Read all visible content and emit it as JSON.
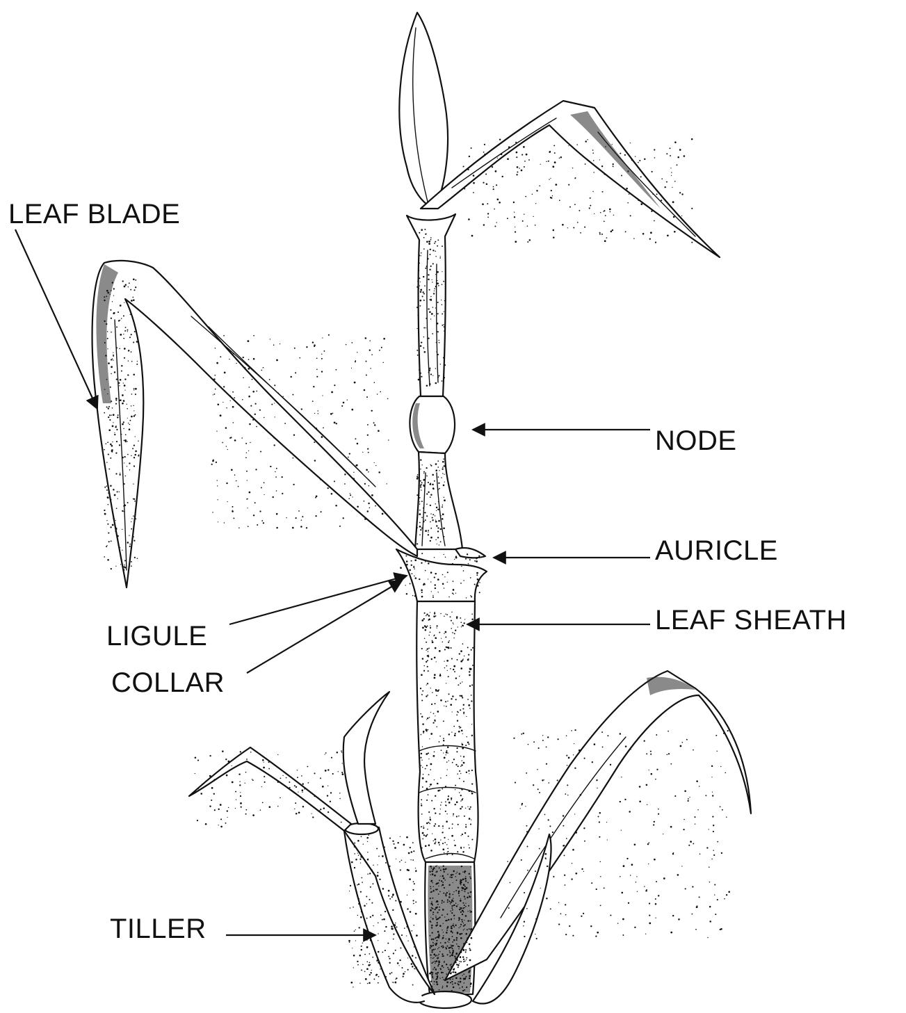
{
  "labels": {
    "leaf_blade": "LEAF BLADE",
    "node": "NODE",
    "auricle": "AURICLE",
    "leaf_sheath": "LEAF SHEATH",
    "ligule": "LIGULE",
    "collar": "COLLAR",
    "tiller": "TILLER"
  },
  "colors": {
    "ink": "#111111",
    "background": "#ffffff"
  }
}
